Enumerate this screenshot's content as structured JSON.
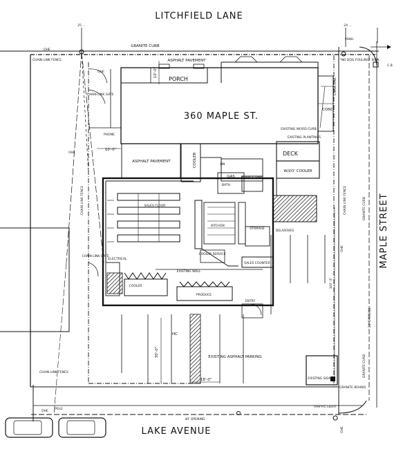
{
  "streets": {
    "north": "LITCHFIELD LANE",
    "east": "MAPLE STREET",
    "south": "LAKE AVENUE"
  },
  "building": {
    "address": "360 MAPLE ST.",
    "porch": "PORCH",
    "deck": "DECK",
    "walk_in_cooler": "W/I/O' COOLER",
    "cooler": "COOLER",
    "sales_floor": "SALES FLOOR",
    "kitchen": "KITCHEN",
    "storage": "STORAGE",
    "electrical": "ELECTRICAL",
    "cooler_service": "COOLER SERVICE",
    "sales_counter": "SALES COUNTER",
    "existing_wall": "EXISTING WALL",
    "coolers": "COOLER",
    "produce": "PRODUCE",
    "entry": "ENTRY",
    "deliveries": "DELIVERIES",
    "gas": "GAS",
    "bath": "BATH",
    "service_sink": "SERVICE SINK",
    "dn": "DN",
    "conc": "CONC."
  },
  "site": {
    "granite_curb_north": "GRANITE CURB",
    "granite_curb_east": "GRANITE CURB",
    "granite_curb_ne": "GRANITE CURB",
    "granite_bound": "GRANITE BOUND",
    "asphalt_pavement_north": "ASPHALT PAVEMENT",
    "asphalt_pavement_west": "ASPHALT PAVEMENT",
    "existing_asphalt_parking": "EXISTING ASPHALT PARKING",
    "chain_link_fence_nw": "CHAIN LINK FENCE",
    "chain_link_gate_north": "CHAIN LINK GATE",
    "chain_link_fence_w": "CHAIN LINK FENCE",
    "chain_link_fence_sw": "CHAIN LINK FENCE",
    "chain_link_gate_w": "CHAIN LINK GATE",
    "chain_link_fence_ne": "CHAIN LINK",
    "chain_link_fence_e": "CHAIN LINK FENCE",
    "ohe": "OHE",
    "phone": "PHONE",
    "no_dog_sign": "\"NO DOG FOULING\" SIGN",
    "cb": "C.B.",
    "existing_wood_curb": "EXISTING WOOD CURB",
    "existing_plantings": "EXISTING PLANTINGS",
    "existing_sign": "EXISTING SIGN",
    "traffic_light": "TRAFFIC LIGHT",
    "pole": "POLE",
    "hc": "HC",
    "pole_nw": "25 ...",
    "pole_ne": "24 ...",
    "psnh": "PSNH"
  },
  "dimensions": {
    "porch_depth": "10'-0\"",
    "west_setback": "10'-0\"",
    "parking_depth": "30'-0\"",
    "aisle_width": "18'-0\"",
    "east_drive": "100'-3\"",
    "opening_east": "24' OPENING",
    "opening_south": "40' OPENING"
  }
}
